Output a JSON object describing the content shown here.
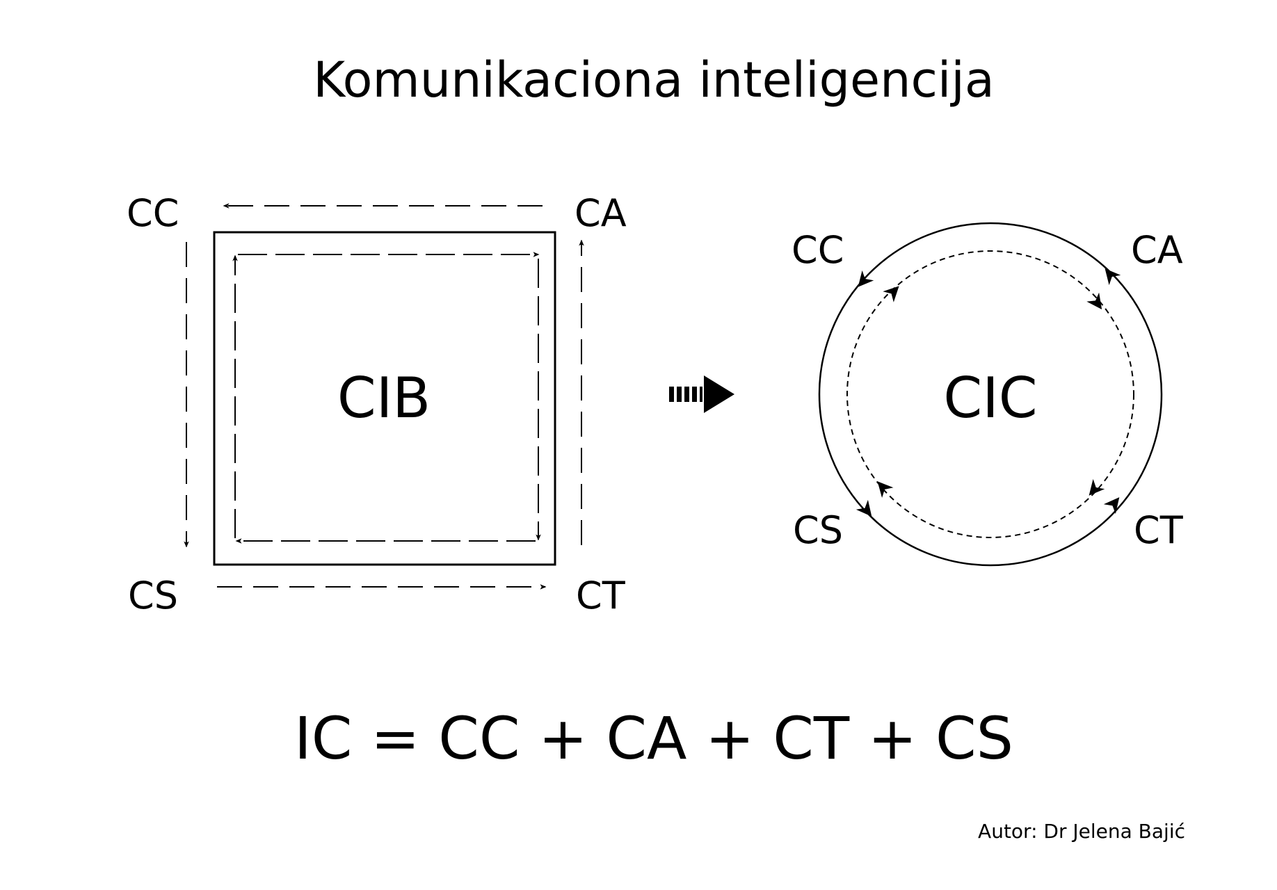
{
  "title": "Komunikaciona inteligencija",
  "square": {
    "center_label": "CIB",
    "corners": {
      "top_left": "CC",
      "top_right": "CA",
      "bottom_left": "CS",
      "bottom_right": "CT"
    }
  },
  "circle": {
    "center_label": "CIC",
    "corners": {
      "top_left": "CC",
      "top_right": "CA",
      "bottom_left": "CS",
      "bottom_right": "CT"
    }
  },
  "formula": "IC = CC + CA + CT + CS",
  "author": "Autor: Dr Jelena Bajić"
}
